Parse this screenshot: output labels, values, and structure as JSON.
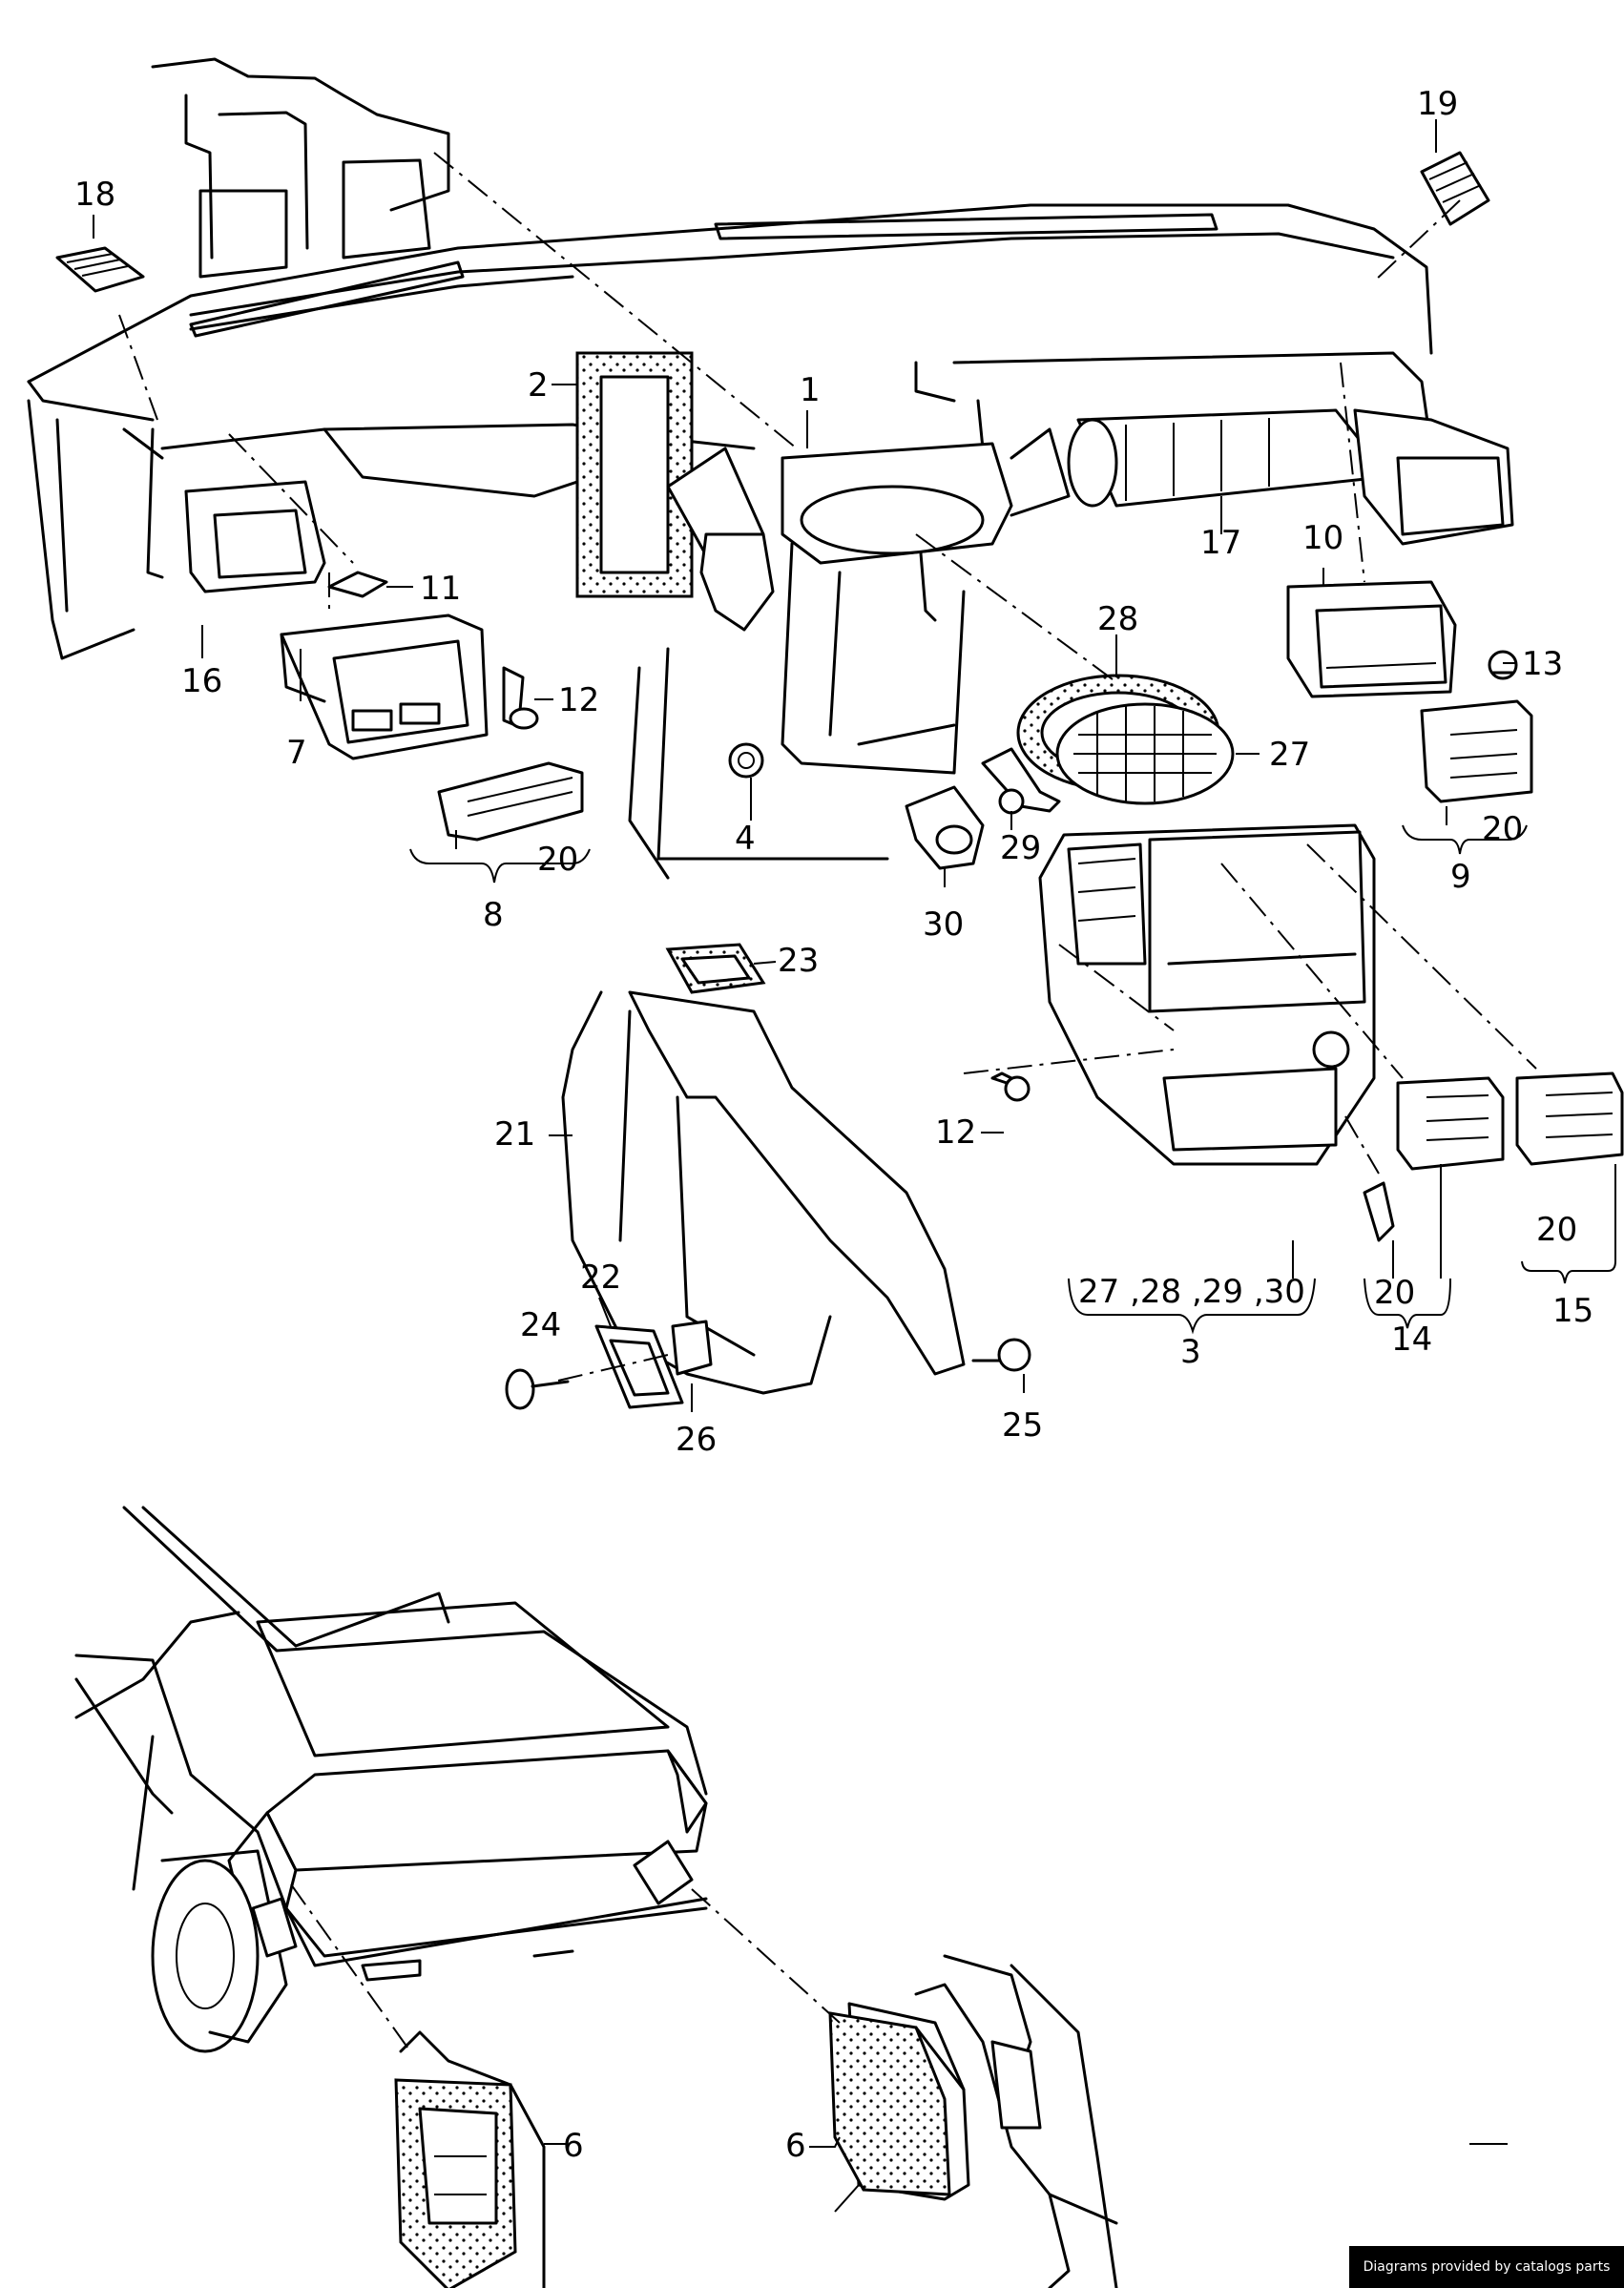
{
  "callouts": [
    {
      "id": "c1",
      "text": "1"
    },
    {
      "id": "c2",
      "text": "2"
    },
    {
      "id": "c3",
      "text": "3"
    },
    {
      "id": "c4",
      "text": "4"
    },
    {
      "id": "c6a",
      "text": "6"
    },
    {
      "id": "c6b",
      "text": "6"
    },
    {
      "id": "c7",
      "text": "7"
    },
    {
      "id": "c8",
      "text": "8"
    },
    {
      "id": "c9",
      "text": "9"
    },
    {
      "id": "c10",
      "text": "10"
    },
    {
      "id": "c11",
      "text": "11"
    },
    {
      "id": "c12a",
      "text": "12"
    },
    {
      "id": "c12b",
      "text": "12"
    },
    {
      "id": "c13",
      "text": "13"
    },
    {
      "id": "c14",
      "text": "14"
    },
    {
      "id": "c15",
      "text": "15"
    },
    {
      "id": "c16",
      "text": "16"
    },
    {
      "id": "c17",
      "text": "17"
    },
    {
      "id": "c18",
      "text": "18"
    },
    {
      "id": "c19",
      "text": "19"
    },
    {
      "id": "c20a",
      "text": "20"
    },
    {
      "id": "c20b",
      "text": "20"
    },
    {
      "id": "c20c",
      "text": "20"
    },
    {
      "id": "c20d",
      "text": "20"
    },
    {
      "id": "c21",
      "text": "21"
    },
    {
      "id": "c22",
      "text": "22"
    },
    {
      "id": "c23",
      "text": "23"
    },
    {
      "id": "c24",
      "text": "24"
    },
    {
      "id": "c25",
      "text": "25"
    },
    {
      "id": "c26",
      "text": "26"
    },
    {
      "id": "c27",
      "text": "27"
    },
    {
      "id": "c28",
      "text": "28"
    },
    {
      "id": "c29",
      "text": "29"
    },
    {
      "id": "c30",
      "text": "30"
    },
    {
      "id": "c3group",
      "text": "27 ,28 ,29 ,30"
    }
  ],
  "footer": {
    "text": "Diagrams provided by catalogs parts"
  }
}
